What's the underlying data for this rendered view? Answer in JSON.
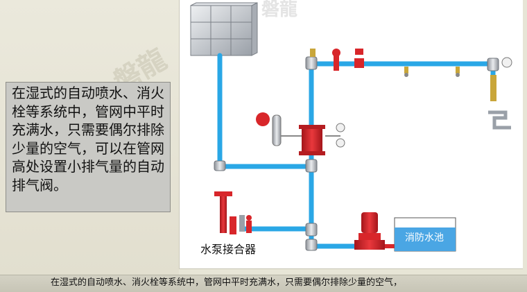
{
  "watermark": "磐龍",
  "callout_text": "在湿式的自动喷水、消火栓等系统中，管网中平时充满水，只需要偶尔排除少量的空气，可以在管网高处设置小排气量的自动排气阀。",
  "labels": {
    "pump_adapter": "水泵接合器",
    "fire_pool": "消防水池"
  },
  "subtitle": "在湿式的自动喷水、消火栓等系统中，管网中平时充满水，只需要偶尔排除少量的空气，",
  "colors": {
    "pipe": "#2aa7e6",
    "valve_red": "#d8262a",
    "pool_water": "#4aa6e4",
    "metal": "#c9ccd1"
  }
}
